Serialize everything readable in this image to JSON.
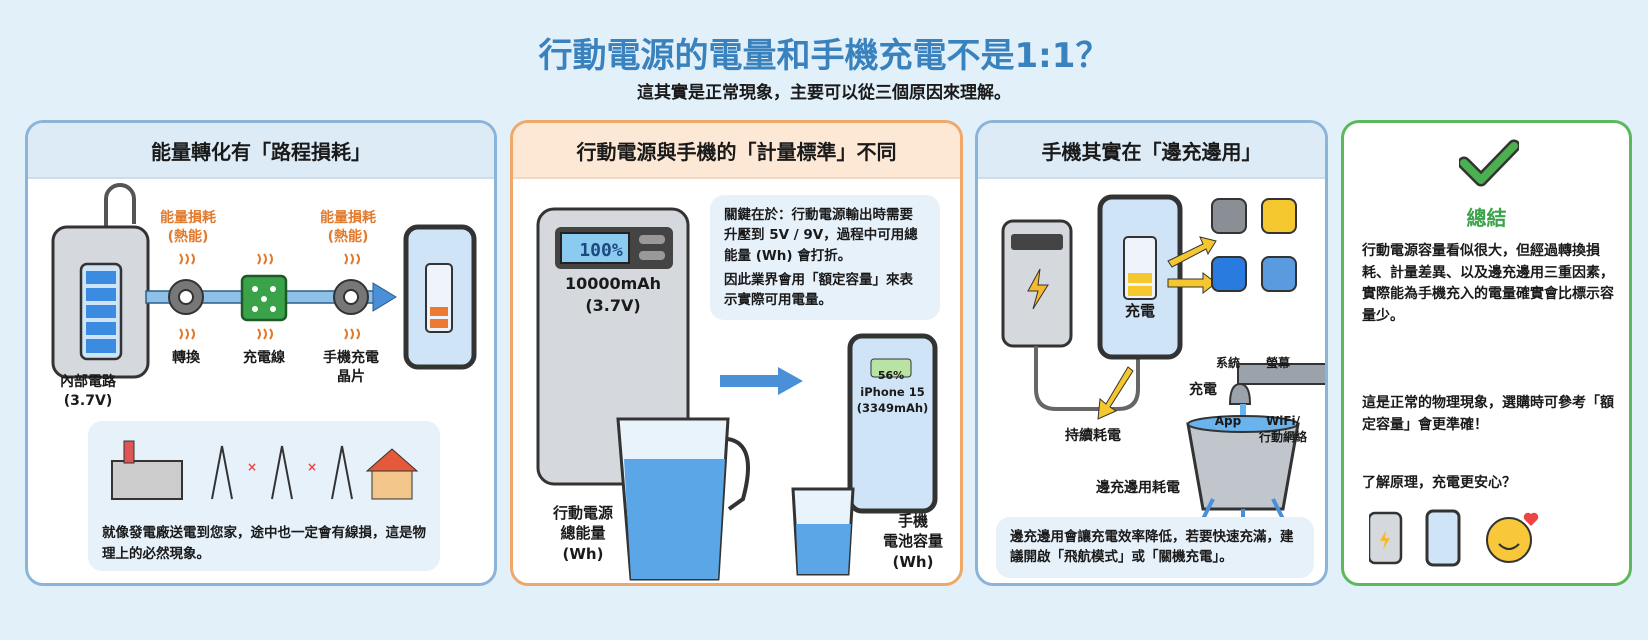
{
  "header": {
    "title": "行動電源的電量和手機充電不是1:1？",
    "subtitle": "這其實是正常現象，主要可以從三個原因來理解。"
  },
  "panel1": {
    "title": "能量轉化有「路程損耗」",
    "loss_label": "能量損耗",
    "loss_sub": "(熱能)",
    "internal": "內部電路",
    "internal_v": "(3.7V)",
    "convert": "轉換",
    "cable": "充電線",
    "chip": "手機充電",
    "chip2": "晶片",
    "note": "就像發電廠送電到您家，途中也一定會有線損，這是物理上的必然現象。"
  },
  "panel2": {
    "title": "行動電源與手機的「計量標準」不同",
    "display": "100%",
    "capacity": "10000mAh",
    "voltage": "(3.7V)",
    "bubble1": "關鍵在於：行動電源輸出時需要升壓到 5V / 9V，過程中可用總能量 (Wh) 會打折。",
    "bubble2": "因此業界會用「額定容量」來表示實際可用電量。",
    "phone_pct": "56%",
    "phone_model": "iPhone 15",
    "phone_cap": "(3349mAh)",
    "bank_label": "行動電源",
    "bank_label2": "總能量",
    "bank_label3": "(Wh)",
    "phone_label": "手機",
    "phone_label2": "電池容量",
    "phone_label3": "(Wh)"
  },
  "panel3": {
    "title": "手機其實在「邊充邊用」",
    "charging": "充電",
    "apps": [
      "系統",
      "螢幕",
      "App",
      "WiFi/\n行動網絡"
    ],
    "drain": "持續耗電",
    "tap_label": "充電",
    "bucket_label": "邊充邊用耗電",
    "note": "邊充邊用會讓充電效率降低，若要快速充滿，建議開啟「飛航模式」或「關機充電」。"
  },
  "panel4": {
    "title": "總結",
    "p1": "行動電源容量看似很大，但經過轉換損耗、計量差異、以及邊充邊用三重因素，實際能為手機充入的電量確實會比標示容量少。",
    "p2": "這是正常的物理現象，選購時可參考「額定容量」會更準確！",
    "p3": "了解原理，充電更安心？"
  },
  "colors": {
    "title": "#3a82bd",
    "loss": "#e07a2e",
    "summary": "#3aa34a",
    "blue_border": "#8bb4d8",
    "orange_border": "#f0a868",
    "green_border": "#5cb85c"
  }
}
